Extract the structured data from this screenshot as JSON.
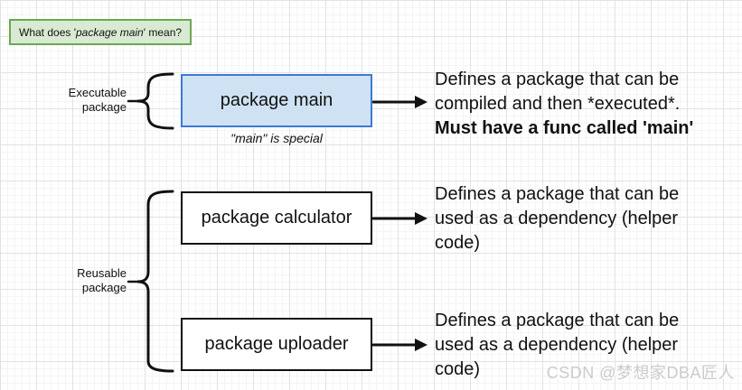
{
  "colors": {
    "question_fill": "#d9ead3",
    "question_border": "#6aa84f",
    "main_box_fill": "#cfe2f3",
    "main_box_border": "#3d78d8",
    "plain_box_border": "#111111",
    "grid_major": "#e2e2e2",
    "grid_minor": "#f4f4f4",
    "watermark_color": "#cbcbcb"
  },
  "question_box": {
    "prefix": "What does '",
    "emphasis": "package main",
    "suffix": "' mean?"
  },
  "executable_group": {
    "label_line1": "Executable",
    "label_line2": "package",
    "box_label": "package main",
    "caption": "\"main\" is special",
    "desc_line1": "Defines a package that can be",
    "desc_line2": "compiled and then *executed*.",
    "desc_line3": "Must have a func called 'main'"
  },
  "reusable_group": {
    "label_line1": "Reusable",
    "label_line2": "package",
    "calculator": {
      "box_label": "package calculator",
      "desc_line1": "Defines a package that can be",
      "desc_line2": "used as a dependency (helper",
      "desc_line3": "code)"
    },
    "uploader": {
      "box_label": "package uploader",
      "desc_line1": "Defines a package that can be",
      "desc_line2": "used as a dependency (helper",
      "desc_line3": "code)"
    }
  },
  "watermark": "CSDN @梦想家DBA匠人"
}
